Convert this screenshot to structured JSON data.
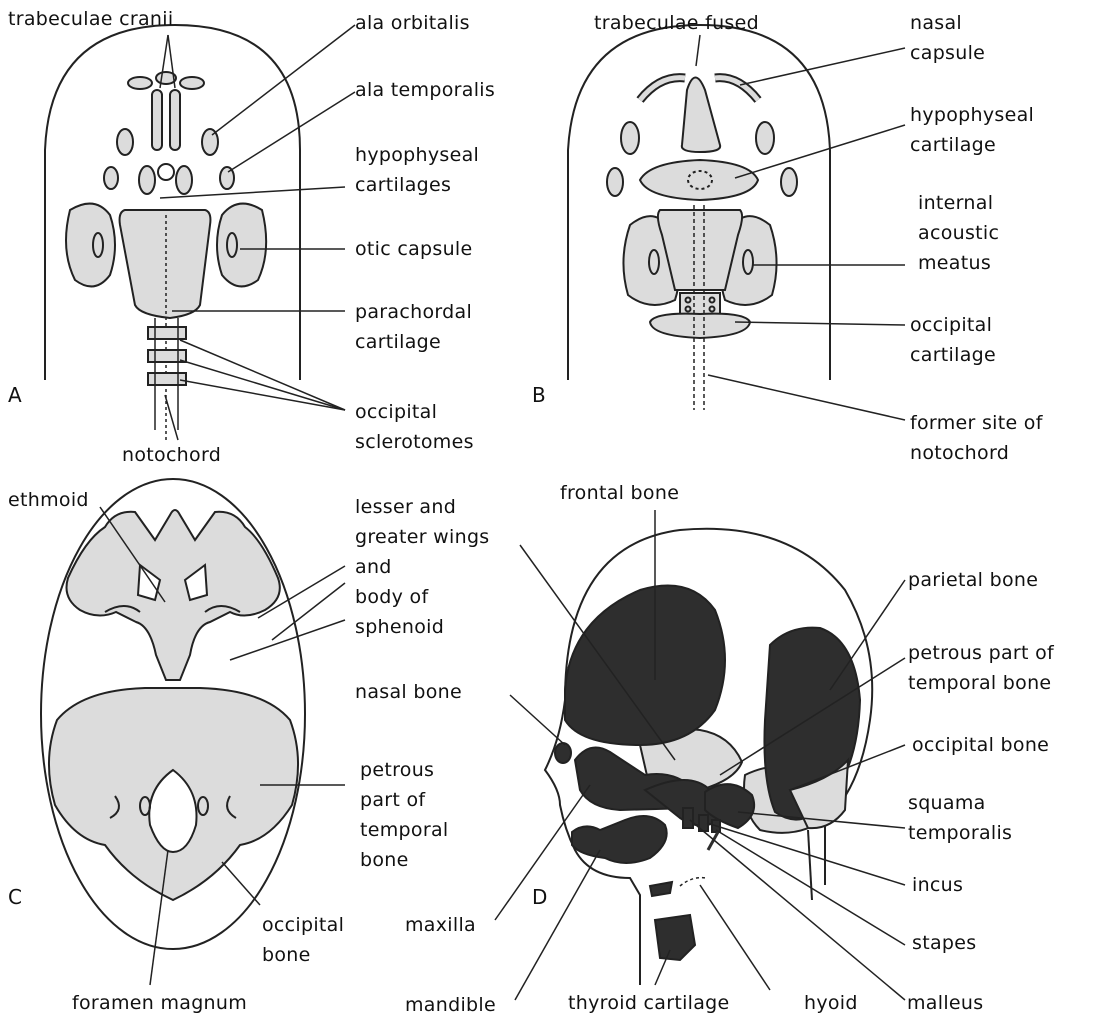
{
  "colors": {
    "outline": "#222222",
    "cartilage": "#dcdcdc",
    "bone_dark": "#2e2e2e",
    "bone_mid": "#4a4a4a",
    "paper": "#ffffff"
  },
  "panels": {
    "a": "A",
    "b": "B",
    "c": "C",
    "d": "D"
  },
  "labels": {
    "trabeculae_cranii": "trabeculae cranii",
    "ala_orbitalis": "ala orbitalis",
    "ala_temporalis": "ala temporalis",
    "hypophyseal_cartilages": "hypophyseal\ncartilages",
    "otic_capsule": "otic capsule",
    "parachordal_cartilage": "parachordal\ncartilage",
    "occipital_sclerotomes": "occipital\nsclerotomes",
    "notochord": "notochord",
    "trabeculae_fused": "trabeculae fused",
    "nasal_capsule": "nasal\ncapsule",
    "hypophyseal_cartilage": "hypophyseal\ncartilage",
    "internal_acoustic_meatus": "internal\nacoustic\nmeatus",
    "occipital_cartilage": "occipital\ncartilage",
    "former_site_notochord": "former site of\nnotochord",
    "ethmoid": "ethmoid",
    "sphenoid": "lesser and\ngreater wings\nand\nbody of\nsphenoid",
    "petrous_temporal_c": "petrous\npart of\ntemporal\nbone",
    "occipital_bone_c": "occipital\nbone",
    "foramen_magnum": "foramen magnum",
    "frontal_bone": "frontal bone",
    "parietal_bone": "parietal bone",
    "petrous_temporal_d": "petrous part of\ntemporal bone",
    "occipital_bone_d": "occipital bone",
    "squama_temporalis": "squama\ntemporalis",
    "nasal_bone": "nasal bone",
    "incus": "incus",
    "maxilla": "maxilla",
    "stapes": "stapes",
    "mandible": "mandible",
    "thyroid_cartilage": "thyroid cartilage",
    "hyoid": "hyoid",
    "malleus": "malleus"
  }
}
